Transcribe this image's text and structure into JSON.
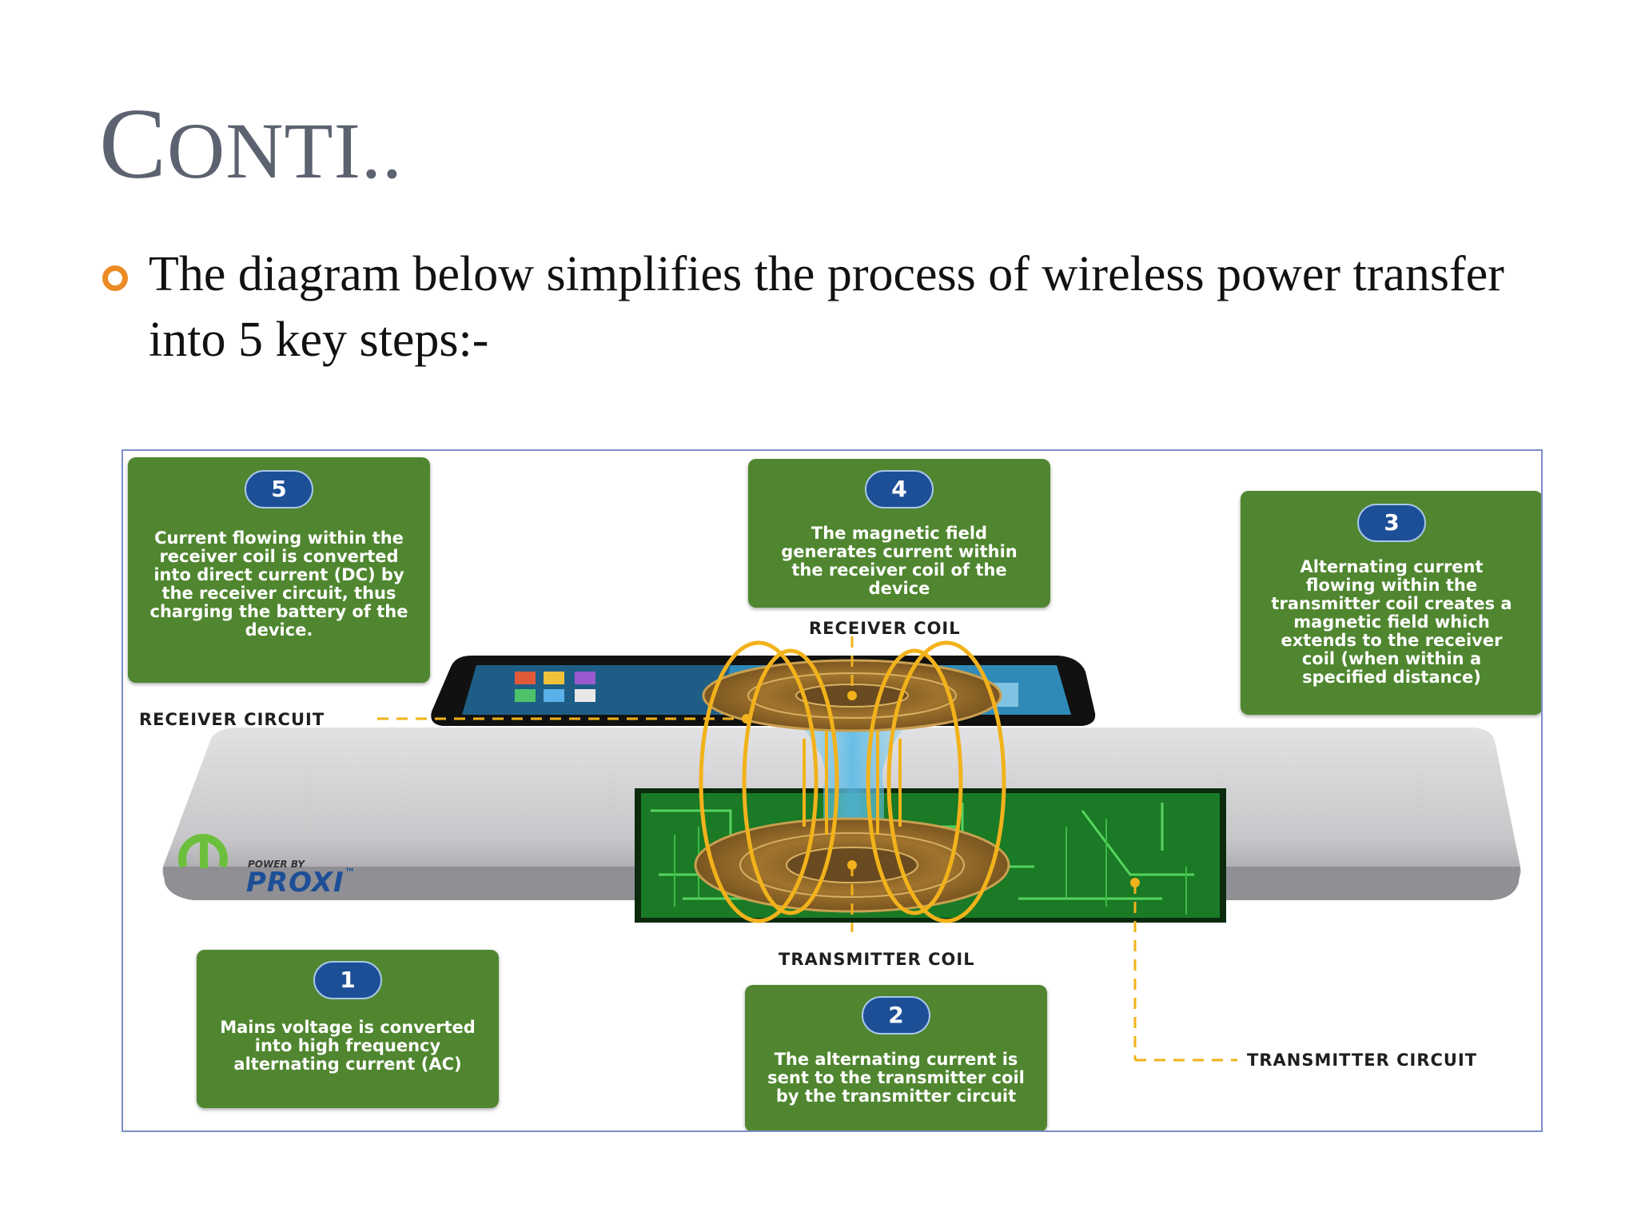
{
  "slide": {
    "title_first": "C",
    "title_rest": "ONTI..",
    "bullet": "The diagram below simplifies the process of wireless power transfer into 5 key steps:-"
  },
  "diagram": {
    "steps": [
      {
        "number": "1",
        "text": "Mains voltage is converted into high frequency alternating current (AC)"
      },
      {
        "number": "2",
        "text": "The alternating current is sent to the transmitter coil by the transmitter circuit"
      },
      {
        "number": "3",
        "text": "Alternating current flowing within the transmitter coil creates a magnetic field which extends to the receiver coil (when within a specified distance)"
      },
      {
        "number": "4",
        "text": "The magnetic field generates current within the receiver coil of the device"
      },
      {
        "number": "5",
        "text": "Current flowing within the receiver coil is converted into direct current (DC) by the receiver circuit, thus charging the battery of the device."
      }
    ],
    "labels": {
      "receiver_coil": "RECEIVER COIL",
      "receiver_circuit": "RECEIVER CIRCUIT",
      "transmitter_coil": "TRANSMITTER COIL",
      "transmitter_circuit": "TRANSMITTER CIRCUIT"
    },
    "brand": {
      "small": "POWER BY",
      "name": "PROXI",
      "tm": "™"
    },
    "colors": {
      "box_green": "#4f862f",
      "badge_blue": "#1d4f97",
      "field_gold": "#f2b21b",
      "circuit_green": "#1d8a2a",
      "pad_gray": "#c9c9cc",
      "bullet_orange": "#ec8b25"
    }
  }
}
